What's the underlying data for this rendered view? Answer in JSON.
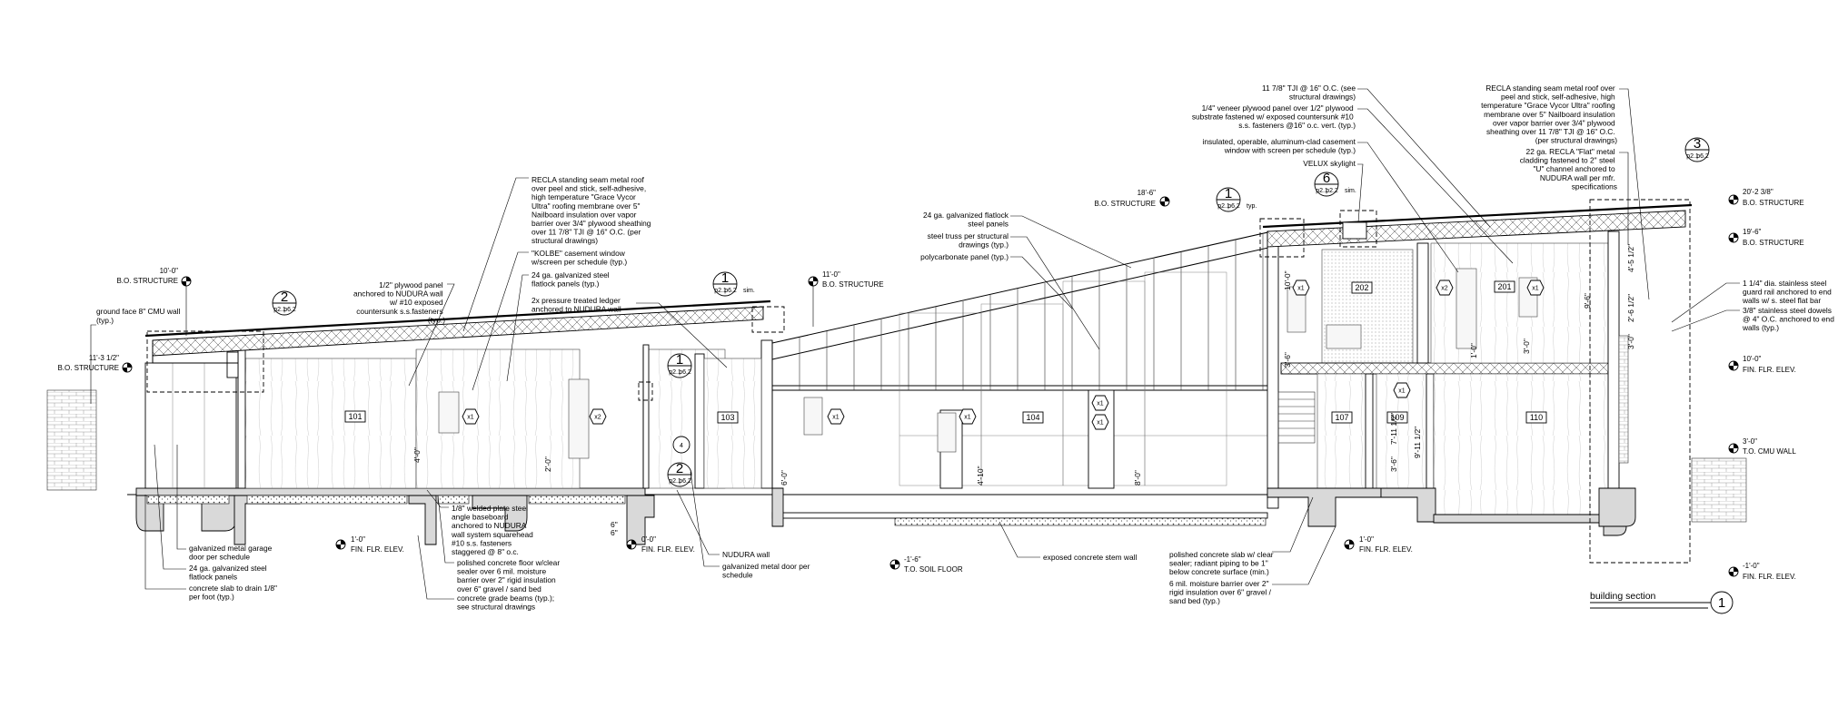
{
  "drawing": {
    "title": "building section",
    "number": "1"
  },
  "levels": {
    "left_bo_structure_value": "10'-0\"",
    "left_bo_structure_label": "B.O. STRUCTURE",
    "left_bo_structure_2_value": "11'-3 1/2\"",
    "left_bo_structure_2_label": "B.O. STRUCTURE",
    "mid_bo_structure_value": "11'-0\"",
    "mid_bo_structure_label": "B.O. STRUCTURE",
    "top_bo_structure_value": "18'-6\"",
    "top_bo_structure_label": "B.O. STRUCTURE",
    "right_bo_1_value": "20'-2 3/8\"",
    "right_bo_1_label": "B.O. STRUCTURE",
    "right_bo_2_value": "19'-6\"",
    "right_bo_2_label": "B.O. STRUCTURE",
    "right_fin_value": "10'-0\"",
    "right_fin_label": "FIN. FLR. ELEV.",
    "right_cmu_value": "3'-0\"",
    "right_cmu_label": "T.O. CMU WALL",
    "right_low_value": "-1'-0\"",
    "right_low_label": "FIN. FLR. ELEV.",
    "fin_a_value": "1'-0\"",
    "fin_a_label": "FIN. FLR. ELEV.",
    "fin_b_value": "0'-0\"",
    "fin_b_label": "FIN. FLR. ELEV.",
    "soil_value": "-1'-6\"",
    "soil_label": "T.O. SOIL FLOOR",
    "fin_c_value": "1'-0\"",
    "fin_c_label": "FIN. FLR. ELEV."
  },
  "rooms": {
    "r101": "101",
    "r103": "103",
    "r104": "104",
    "r107": "107",
    "r109": "109",
    "r110": "110",
    "r201": "201",
    "r202": "202"
  },
  "windows": {
    "x1": "x1",
    "x2": "x2"
  },
  "callouts": {
    "c2_num": "2",
    "c2_ref_a": "p2.1",
    "c2_ref_b": "p6.2",
    "c1a_num": "1",
    "c1a_ref_a": "p2.1",
    "c1a_ref_b": "p6.2",
    "c1a_note": "sim.",
    "c1b_num": "1",
    "c1b_ref_a": "p2.1",
    "c1b_ref_b": "p6.2",
    "c4_num": "4",
    "c2b_num": "2",
    "c2b_ref_a": "p2.1",
    "c2b_ref_b": "p6.2",
    "c1c_num": "1",
    "c1c_ref_a": "p2.1",
    "c1c_ref_b": "p6.2",
    "c1c_note": "typ.",
    "c6_num": "6",
    "c6_ref_a": "p2.1",
    "c6_ref_b": "p2.2",
    "c6_note": "sim.",
    "c3_num": "3",
    "c3_ref_a": "p2.1",
    "c3_ref_b": "p6.2"
  },
  "dimensions": {
    "d1": "4'-0\"",
    "d2": "2'-0\"",
    "d3": "6'-0\"",
    "d4": "4'-10\"",
    "d5": "8'-0\"",
    "d6": "10'-0\"",
    "d7": "3'-6\"",
    "d8": "7'-11 1/2\"",
    "d9": "3'-6\"",
    "d10": "9'-11 1/2\"",
    "d11": "1'-0\"",
    "d12": "3'-0\"",
    "d13": "9'-6\"",
    "d14": "4'-5 1/2\"",
    "d15": "2'-6 1/2\"",
    "d16": "3'-0\"",
    "d17": "6\"",
    "d18": "6\""
  },
  "notes": {
    "n_cmu": [
      "ground face 8\" CMU wall",
      "(typ.)"
    ],
    "n_roof_left": [
      "RECLA standing seam metal roof",
      "over peel and stick, self-adhesive,",
      "high temperature \"Grace Vycor",
      "Ultra\" roofing membrane over 5\"",
      "Nailboard insulation over vapor",
      "barrier over 3/4\" plywood sheathing",
      "over 11 7/8\" TJI @ 16\" O.C. (per",
      "structural drawings)"
    ],
    "n_kolbe": [
      "\"KOLBE\" casement window",
      "w/screen per schedule (typ.)"
    ],
    "n_galv_panels": [
      "24 ga. galvanized steel",
      "flatlock panels (typ.)"
    ],
    "n_ledger": [
      "2x pressure treated ledger",
      "anchored to NUDURA wall"
    ],
    "n_plywood": [
      "1/2\" plywood panel",
      "anchored to NUDURA wall",
      "w/ #10 exposed",
      "countersunk s.s.fasteners",
      "(typ.)"
    ],
    "n_garage": [
      "galvanized metal garage",
      "door per schedule"
    ],
    "n_flatlock": [
      "24 ga. galvanized steel",
      "flatlock panels"
    ],
    "n_slab": [
      "concrete slab to drain 1/8\"",
      "per foot (typ.)"
    ],
    "n_angle": [
      "1/8\" welded plate steel",
      "angle baseboard",
      "anchored to NUDURA",
      "wall system squarehead",
      "#10 s.s. fasteners",
      "staggered @ 8\" o.c."
    ],
    "n_polished": [
      "polished concrete floor w/clear",
      "sealer over 6 mil. moisture",
      "barrier over 2\" rigid insulation",
      "over 6\" gravel / sand bed"
    ],
    "n_beams": [
      "concrete grade beams (typ.);",
      "see structural drawings"
    ],
    "n_nudura": [
      "NUDURA wall"
    ],
    "n_door": [
      "galvanized metal door per",
      "schedule"
    ],
    "n_flatlock_mid": [
      "24 ga. galvanized flatlock",
      "steel panels"
    ],
    "n_truss": [
      "steel truss per structural",
      "drawings (typ.)"
    ],
    "n_poly": [
      "polycarbonate panel (typ.)"
    ],
    "n_stem": [
      "exposed concrete stem wall"
    ],
    "n_tji": [
      "11 7/8\" TJI @ 16\" O.C. (see",
      "structural drawings)"
    ],
    "n_veneer": [
      "1/4\" veneer plywood panel over 1/2\" plywood",
      "substrate fastened w/ exposed countersunk #10",
      "s.s. fasteners @16\" o.c. vert. (typ.)"
    ],
    "n_casement": [
      "insulated, operable, aluminum-clad casement",
      "window with screen per schedule (typ.)"
    ],
    "n_velux": [
      "VELUX skylight"
    ],
    "n_roof_right": [
      "RECLA standing seam metal roof over",
      "peel and stick, self-adhesive, high",
      "temperature \"Grace Vycor Ultra\" roofing",
      "membrane over 5\" Nailboard insulation",
      "over vapor barrier over 3/4\" plywood",
      "sheathing over 11 7/8\" TJI @ 16\" O.C.",
      "(per structural drawings)"
    ],
    "n_flat_metal": [
      "22 ga. RECLA \"Flat\" metal",
      "cladding fastened to 2\" steel",
      "\"U\" channel anchored to",
      "NUDURA  wall per mfr.",
      "specifications"
    ],
    "n_rail": [
      "1 1/4\" dia. stainless steel",
      "guard rail anchored to end",
      "walls w/ s. steel flat bar"
    ],
    "n_dowels": [
      "3/8\" stainless steel dowels",
      "@ 4\" O.C. anchored to end",
      "walls (typ.)"
    ],
    "n_polished_right": [
      "polished concrete slab w/ clear",
      "sealer; radiant piping to be 1\"",
      "below concrete surface (min.)"
    ],
    "n_moisture_right": [
      "6 mil. moisture barrier over 2\"",
      "rigid insulation over 6\" gravel /",
      "sand bed (typ.)"
    ]
  }
}
